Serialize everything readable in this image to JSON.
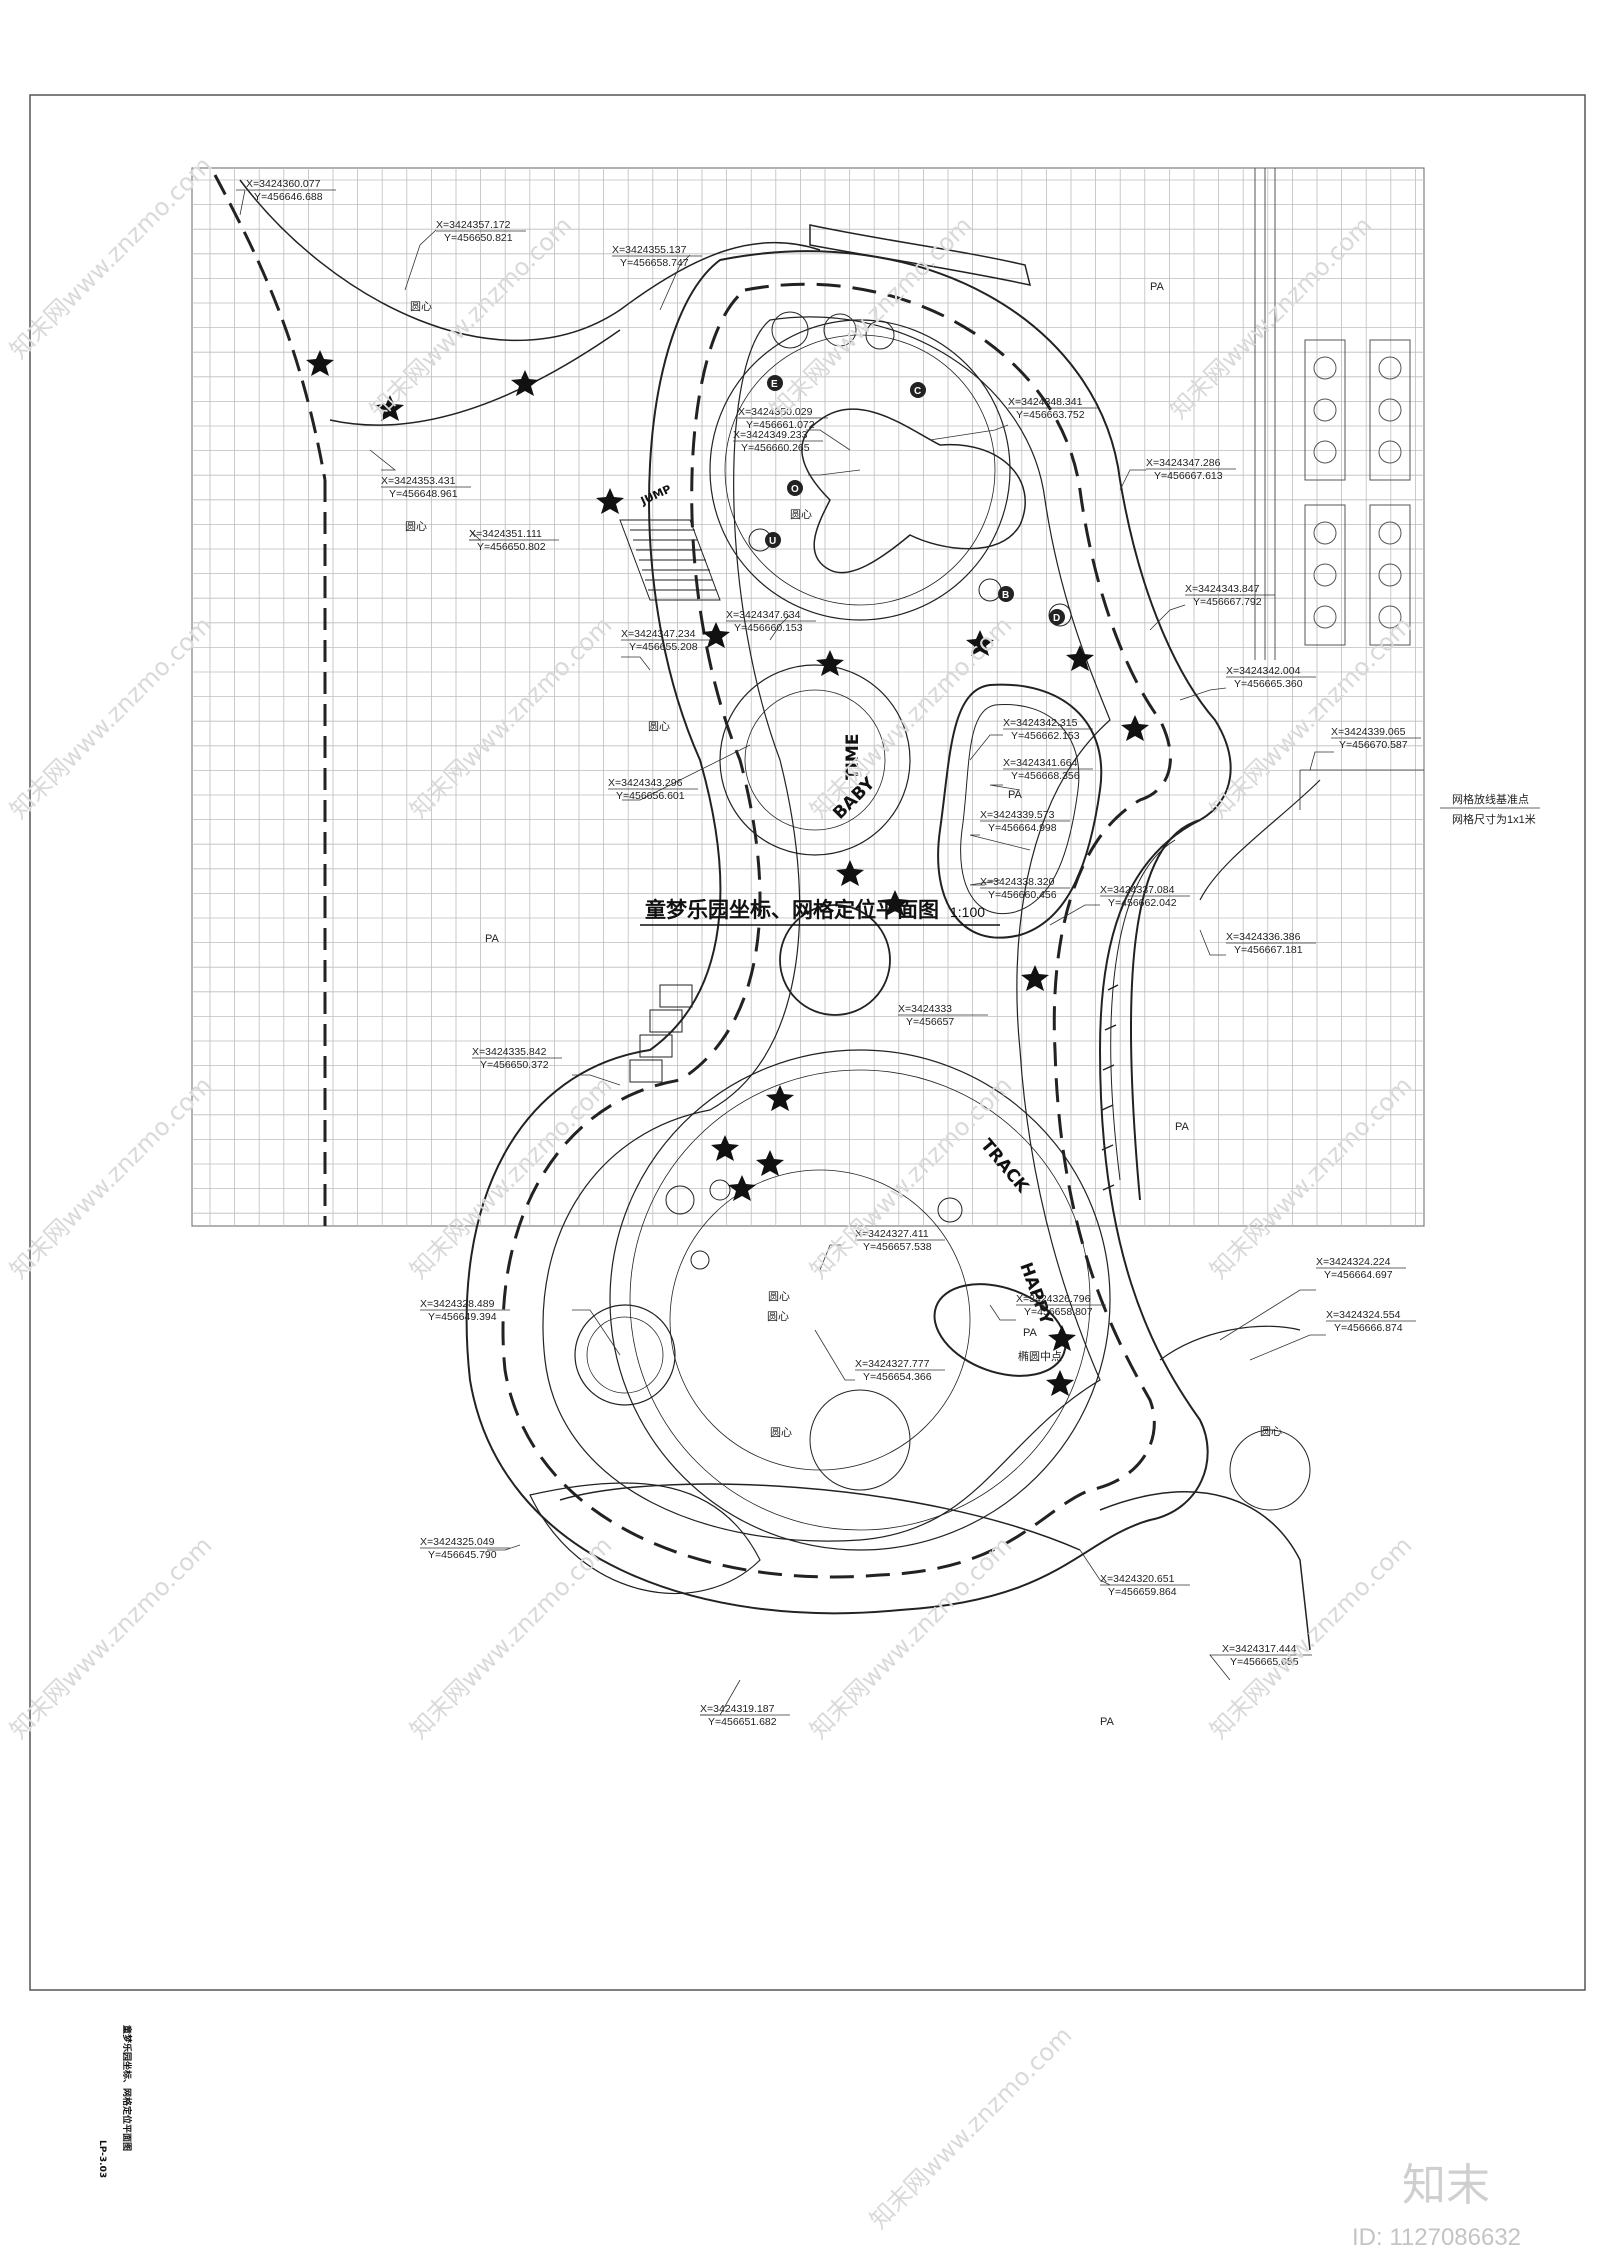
{
  "drawing": {
    "title": "童梦乐园坐标、网格定位平面图",
    "scale": "1:100",
    "sheet_no": "LP-3.03",
    "side_title": "童梦乐园坐标、网格定位平面图",
    "grid_note_title": "网格放线基准点",
    "grid_note_size": "网格尺寸为1x1米",
    "center_label": "圆心",
    "ellipse_center_label": "椭圆中点",
    "pa_label": "PA",
    "track_words": [
      "BABY",
      "TIME",
      "HAPPY",
      "TRACK",
      "JUMP"
    ],
    "coords": [
      {
        "x": "X=3424360.077",
        "y": "Y=456646.688"
      },
      {
        "x": "X=3424357.172",
        "y": "Y=456650.821"
      },
      {
        "x": "X=3424355.137",
        "y": "Y=456658.747"
      },
      {
        "x": "X=3424353.431",
        "y": "Y=456648.961"
      },
      {
        "x": "X=3424351.111",
        "y": "Y=456650.802"
      },
      {
        "x": "X=3424350.029",
        "y": "Y=456661.072"
      },
      {
        "x": "X=3424349.233",
        "y": "Y=456660.265"
      },
      {
        "x": "X=3424348.341",
        "y": "Y=456663.752"
      },
      {
        "x": "X=3424347.286",
        "y": "Y=456667.613"
      },
      {
        "x": "X=3424347.634",
        "y": "Y=456660.153"
      },
      {
        "x": "X=3424347.234",
        "y": "Y=456655.208"
      },
      {
        "x": "X=3424343.847",
        "y": "Y=456667.792"
      },
      {
        "x": "X=3424343.296",
        "y": "Y=456656.601"
      },
      {
        "x": "X=3424342.004",
        "y": "Y=456665.360"
      },
      {
        "x": "X=3424342.315",
        "y": "Y=456662.153"
      },
      {
        "x": "X=3424341.664",
        "y": "Y=456668.356"
      },
      {
        "x": "X=3424339.573",
        "y": "Y=456664.998"
      },
      {
        "x": "X=3424339.065",
        "y": "Y=456670.587"
      },
      {
        "x": "X=3424338.320",
        "y": "Y=456660.456"
      },
      {
        "x": "X=3424337.084",
        "y": "Y=456662.042"
      },
      {
        "x": "X=3424336.386",
        "y": "Y=456667.181"
      },
      {
        "x": "X=3424335.842",
        "y": "Y=456650.372"
      },
      {
        "x": "X=3424333",
        "y": "Y=456657"
      },
      {
        "x": "X=3424328.489",
        "y": "Y=456649.394"
      },
      {
        "x": "X=3424327.411",
        "y": "Y=456657.538"
      },
      {
        "x": "X=3424327.777",
        "y": "Y=456654.366"
      },
      {
        "x": "X=3424326.796",
        "y": "Y=456658.807"
      },
      {
        "x": "X=3424325.049",
        "y": "Y=456645.790"
      },
      {
        "x": "X=3424324.224",
        "y": "Y=456664.697"
      },
      {
        "x": "X=3424324.554",
        "y": "Y=456666.874"
      },
      {
        "x": "X=3424320.651",
        "y": "Y=456659.864"
      },
      {
        "x": "X=3424319.187",
        "y": "Y=456651.682"
      },
      {
        "x": "X=3424317.444",
        "y": "Y=456665.055"
      }
    ],
    "letters": [
      "E",
      "O",
      "C",
      "U",
      "B",
      "D"
    ]
  },
  "watermark": {
    "text": "知末网www.znzmo.com",
    "logo": "知末",
    "id": "ID: 1127086632"
  }
}
